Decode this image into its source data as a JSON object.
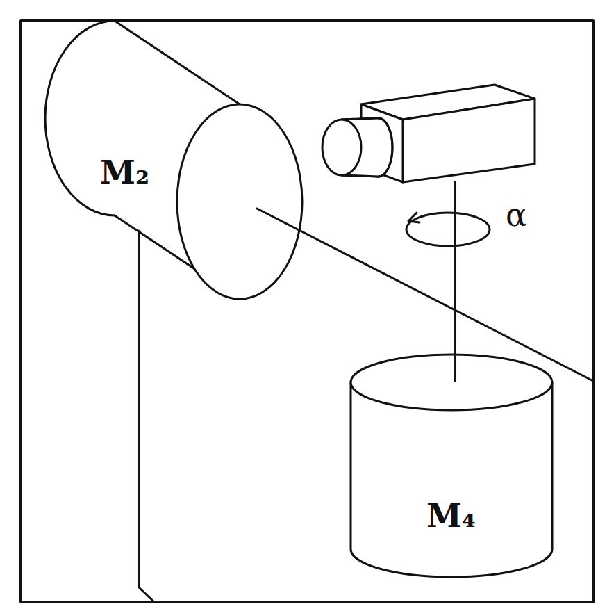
{
  "diagram": {
    "nodes": [
      {
        "text": [
          "M₂"
        ]
      },
      {
        "text": [
          "M₄"
        ]
      }
    ],
    "labels": [
      "α"
    ]
  }
}
